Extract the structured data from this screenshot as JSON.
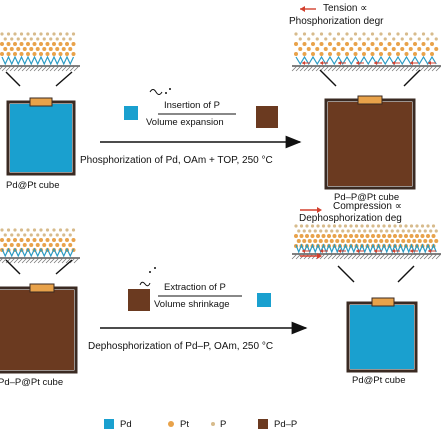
{
  "colors": {
    "pd": "#1aa0cf",
    "pt": "#e8a24a",
    "p": "#d7bb8c",
    "pd_p": "#6b3a20",
    "arrow_red": "#d3402e",
    "support": "#7a7a7a"
  },
  "top": {
    "left_label": "Pd@Pt cube",
    "right_label": "Pd–P@Pt cube",
    "step1": "Insertion of P",
    "step2": "Volume expansion",
    "condition": "Phosphorization of Pd, OAm + TOP, 250 °C",
    "strain_line1": "Tension ∝",
    "strain_line2": "Phosphorization degr"
  },
  "bottom": {
    "left_label": "Pd–P@Pt cube",
    "right_label": "Pd@Pt cube",
    "step1": "Extraction of P",
    "step2": "Volume shrinkage",
    "condition": "Dephosphorization of Pd–P, OAm, 250 °C",
    "strain_line1": "Compression ∝",
    "strain_line2": "Dephosphorization deg"
  },
  "legend": [
    {
      "label": "Pd",
      "icon": "pd-square-icon"
    },
    {
      "label": "Pt",
      "icon": "pt-dot-icon"
    },
    {
      "label": "P",
      "icon": "p-dot-icon"
    },
    {
      "label": "Pd–P",
      "icon": "pdp-square-icon"
    }
  ]
}
